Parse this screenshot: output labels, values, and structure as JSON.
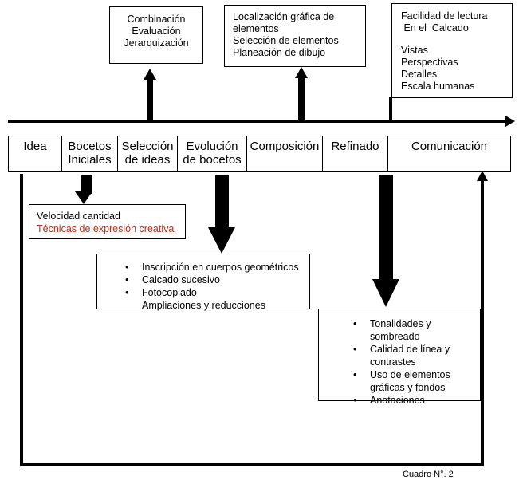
{
  "diagram": {
    "caption": "Cuadro N°. 2",
    "accent_red": "#c0301c",
    "stroke_color": "#000000",
    "background": "#ffffff"
  },
  "top_notes": [
    {
      "id": "combinacion",
      "lines": [
        "Combinación",
        "Evaluación",
        "Jerarquización"
      ]
    },
    {
      "id": "localizacion",
      "lines": [
        "Localización gráfica de",
        "elementos",
        "Selección de elementos",
        "Planeación de dibujo"
      ]
    },
    {
      "id": "facilidad",
      "lines_group_a": [
        "Facilidad de lectura",
        " En el  Calcado"
      ],
      "lines_group_b": [
        "Vistas",
        "Perspectivas",
        "Detalles",
        "Escala humanas"
      ]
    }
  ],
  "phases": [
    {
      "label": "Idea"
    },
    {
      "label": "Bocetos\nIniciales"
    },
    {
      "label": "Selección\nde ideas"
    },
    {
      "label": "Evolución\nde bocetos"
    },
    {
      "label": "Composición"
    },
    {
      "label": "Refinado"
    },
    {
      "label": "Comunicación"
    }
  ],
  "detail_boxes": {
    "velocidad": {
      "line_plain": "Velocidad cantidad",
      "line_red": "Técnicas de expresión creativa"
    },
    "inscripcion": {
      "items": [
        {
          "text": "Inscripción en cuerpos geométricos",
          "bullet": true
        },
        {
          "text": "Calcado sucesivo",
          "bullet": true
        },
        {
          "text": "Fotocopiado",
          "bullet": true
        },
        {
          "text": "Ampliaciones y reducciones",
          "bullet": false
        }
      ]
    },
    "tonalidades": {
      "items": [
        {
          "text": "Tonalidades y\nsombreado",
          "bullet": true
        },
        {
          "text": "Calidad de línea y\ncontrastes",
          "bullet": true
        },
        {
          "text": "Uso de elementos\ngráficas y fondos",
          "bullet": true
        },
        {
          "text": "Anotaciones",
          "bullet": true
        }
      ]
    }
  }
}
